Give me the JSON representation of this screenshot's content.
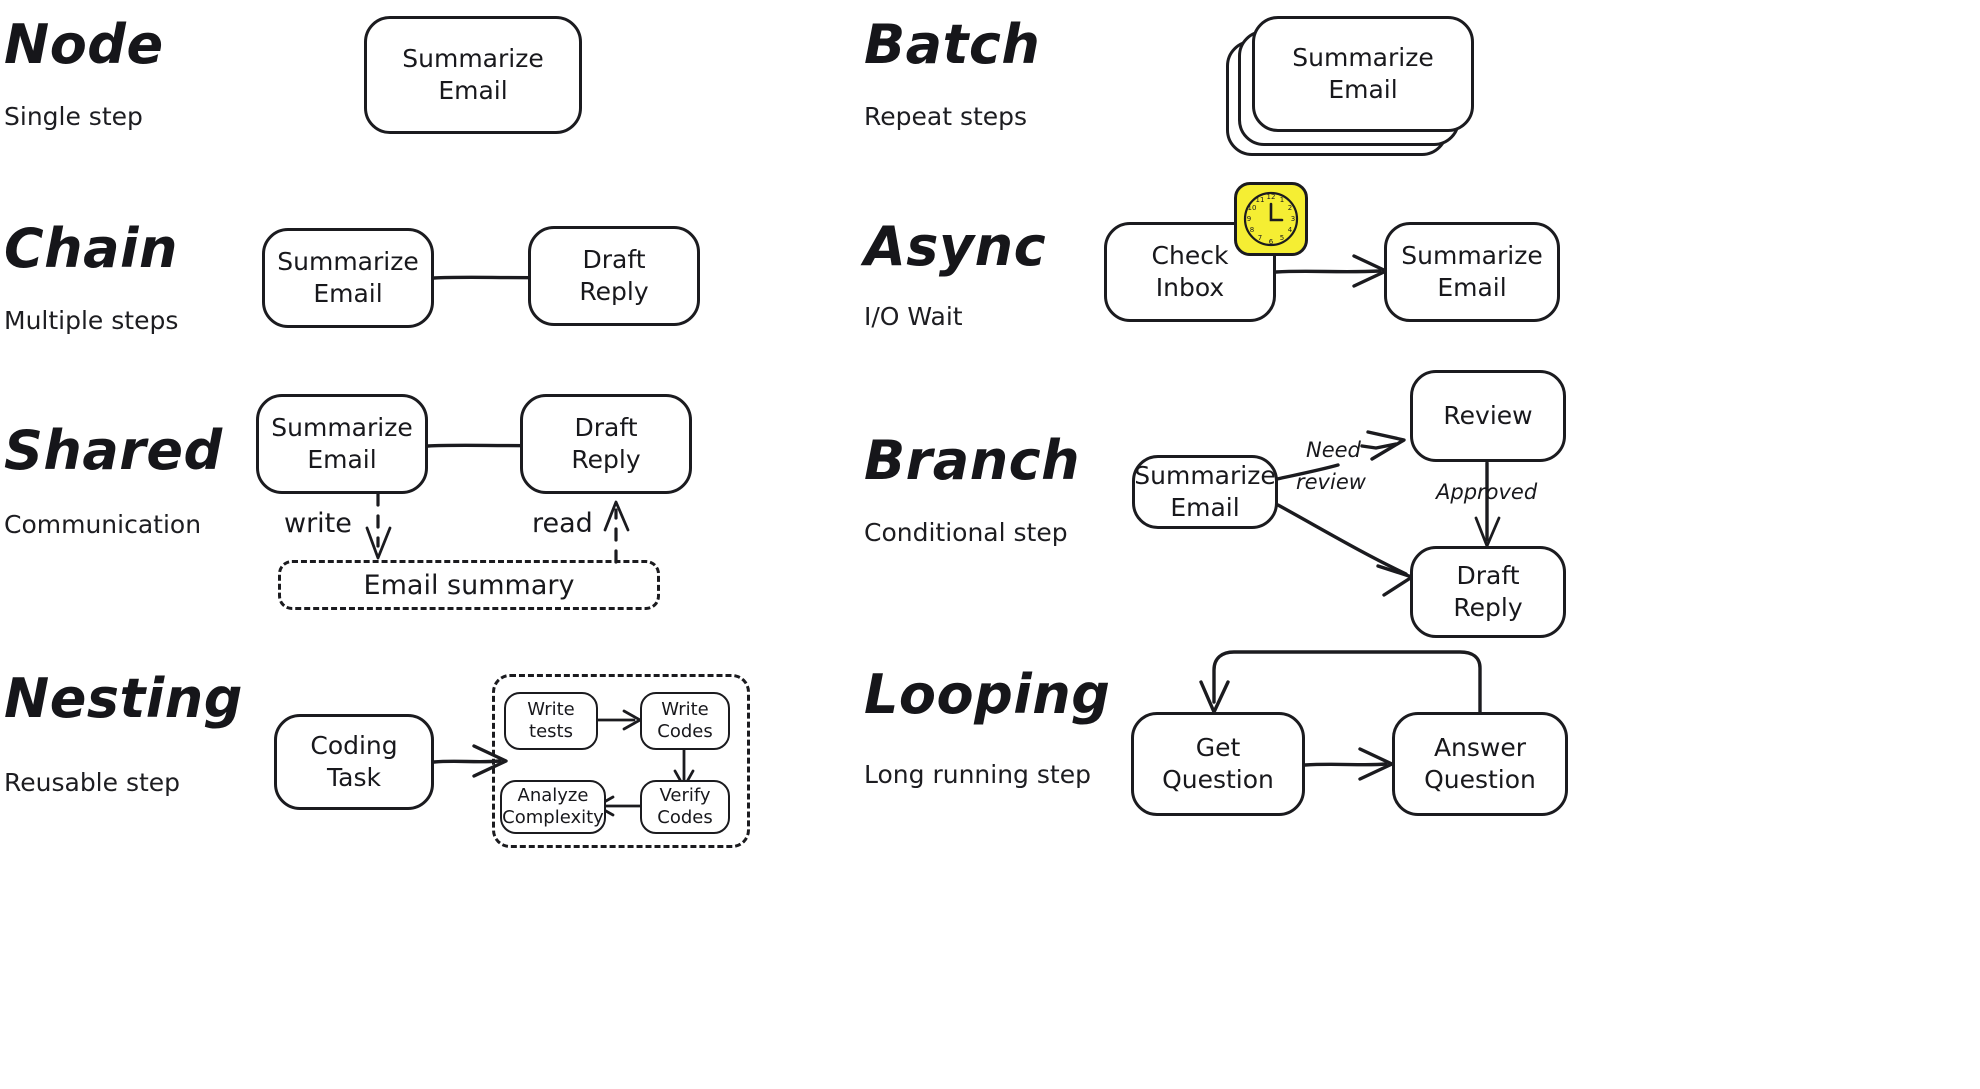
{
  "meta": {
    "background_color": "#ffffff",
    "ink_color": "#1b1b1f",
    "accent_color": "#f5ee33",
    "style": "hand-drawn"
  },
  "patterns": [
    {
      "id": "node",
      "title": "Node",
      "subtitle": "Single step",
      "nodes": [
        {
          "line1": "Summarize",
          "line2": "Email"
        }
      ]
    },
    {
      "id": "batch",
      "title": "Batch",
      "subtitle": "Repeat steps",
      "nodes": [
        {
          "line1": "Summarize",
          "line2": "Email"
        }
      ],
      "stack_count": 3
    },
    {
      "id": "chain",
      "title": "Chain",
      "subtitle": "Multiple steps",
      "nodes": [
        {
          "line1": "Summarize",
          "line2": "Email"
        },
        {
          "line1": "Draft",
          "line2": "Reply"
        }
      ]
    },
    {
      "id": "async",
      "title": "Async",
      "subtitle": "I/O Wait",
      "nodes": [
        {
          "line1": "Check",
          "line2": "Inbox"
        },
        {
          "line1": "Summarize",
          "line2": "Email"
        }
      ],
      "badge": "clock-icon"
    },
    {
      "id": "shared",
      "title": "Shared",
      "subtitle": "Communication",
      "nodes": [
        {
          "line1": "Summarize",
          "line2": "Email"
        },
        {
          "line1": "Draft",
          "line2": "Reply"
        }
      ],
      "store": "Email summary",
      "edge_labels": {
        "write": "write",
        "read": "read"
      }
    },
    {
      "id": "branch",
      "title": "Branch",
      "subtitle": "Conditional step",
      "nodes": [
        {
          "line1": "Summarize",
          "line2": "Email"
        },
        {
          "line1": "Review",
          "line2": ""
        },
        {
          "line1": "Draft",
          "line2": "Reply"
        }
      ],
      "edge_labels": {
        "need_review_1": "Need",
        "need_review_2": "review",
        "approved": "Approved"
      }
    },
    {
      "id": "nesting",
      "title": "Nesting",
      "subtitle": "Reusable step",
      "nodes": [
        {
          "line1": "Coding",
          "line2": "Task"
        }
      ],
      "inner_nodes": [
        {
          "line1": "Write",
          "line2": "tests"
        },
        {
          "line1": "Write",
          "line2": "Codes"
        },
        {
          "line1": "Verify",
          "line2": "Codes"
        },
        {
          "line1": "Analyze",
          "line2": "Complexity"
        }
      ]
    },
    {
      "id": "looping",
      "title": "Looping",
      "subtitle": "Long running step",
      "nodes": [
        {
          "line1": "Get",
          "line2": "Question"
        },
        {
          "line1": "Answer",
          "line2": "Question"
        }
      ]
    }
  ],
  "clock": {
    "numerals": [
      "12",
      "1",
      "2",
      "3",
      "4",
      "5",
      "6",
      "7",
      "8",
      "9",
      "10",
      "11"
    ]
  }
}
